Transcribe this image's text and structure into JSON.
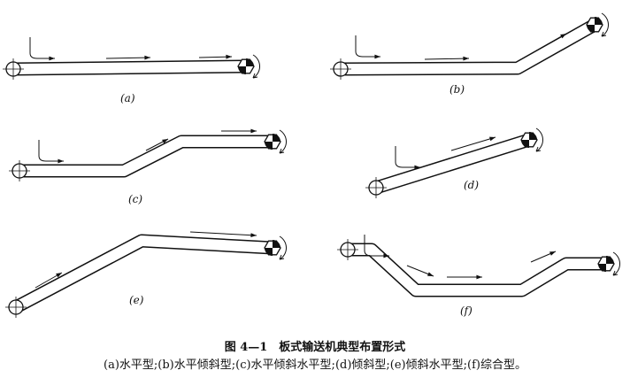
{
  "figure": {
    "panels": [
      {
        "id": "a",
        "label": "(a)"
      },
      {
        "id": "b",
        "label": "(b)"
      },
      {
        "id": "c",
        "label": "(c)"
      },
      {
        "id": "d",
        "label": "(d)"
      },
      {
        "id": "e",
        "label": "(e)"
      },
      {
        "id": "f",
        "label": "(f)"
      }
    ],
    "caption_title": "图 4—1　板式输送机典型布置形式",
    "caption_legend": "(a)水平型;(b)水平倾斜型;(c)水平倾斜水平型;(d)倾斜型;(e)倾斜水平型;(f)综合型。"
  }
}
